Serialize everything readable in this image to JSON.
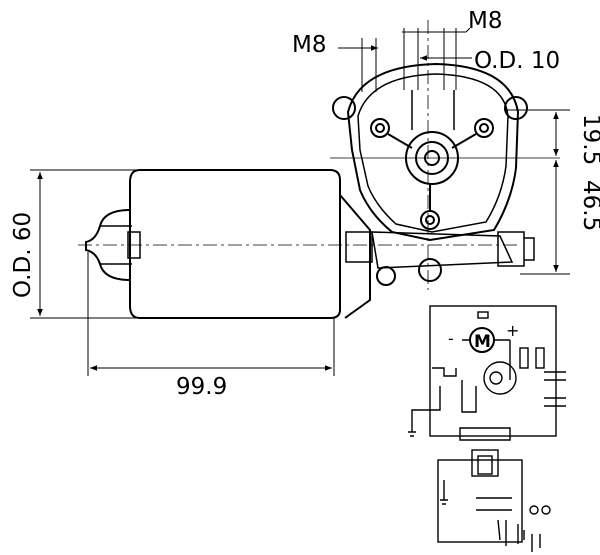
{
  "dimensions": {
    "m8_top": "M8",
    "m8_left": "M8",
    "od_shaft": "O.D. 10",
    "height_top": "19.5",
    "height_total": "46.5",
    "od_body": "O.D. 60",
    "length_body": "99.9"
  },
  "schematic": {
    "motor_label": "M",
    "minus_sign": "-",
    "plus_sign": "+"
  },
  "colors": {
    "line": "#000000",
    "background": "#ffffff"
  }
}
